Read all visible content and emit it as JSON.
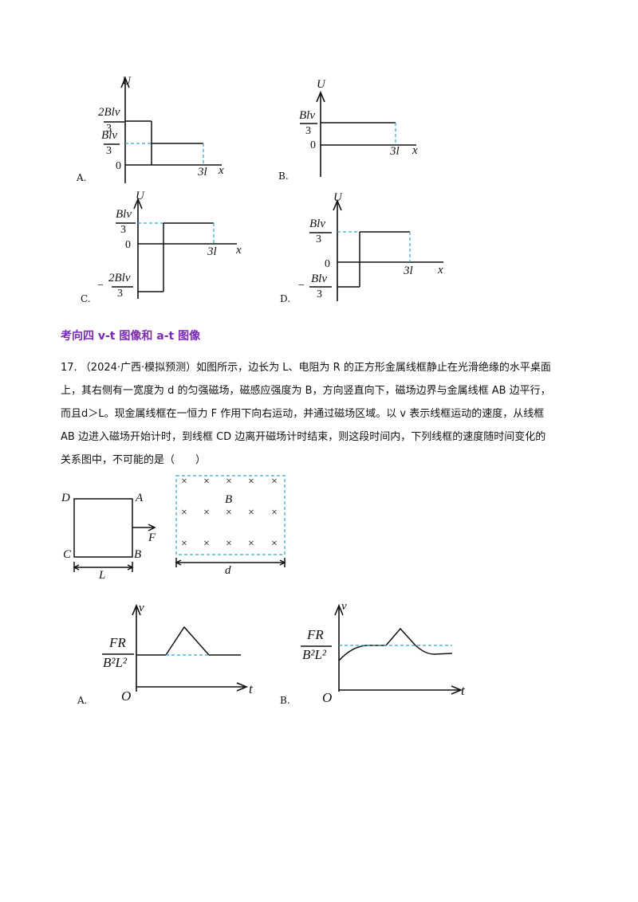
{
  "graphs_top": {
    "A": {
      "label": "A.",
      "y_axis": "U",
      "x_axis": "x",
      "origin": "0",
      "tick_x": "3l",
      "ticks_y": [
        {
          "num": "2Blv",
          "den": "3"
        },
        {
          "num": "Blv",
          "den": "3"
        }
      ]
    },
    "B": {
      "label": "B.",
      "y_axis": "U",
      "x_axis": "x",
      "origin": "0",
      "tick_x": "3l",
      "ticks_y": [
        {
          "num": "Blv",
          "den": "3"
        }
      ]
    },
    "C": {
      "label": "C.",
      "y_axis": "U",
      "x_axis": "x",
      "origin": "0",
      "tick_x": "3l",
      "ticks_y": [
        {
          "num": "Blv",
          "den": "3"
        },
        {
          "sign": "−",
          "num": "2Blv",
          "den": "3"
        }
      ]
    },
    "D": {
      "label": "D.",
      "y_axis": "U",
      "x_axis": "x",
      "origin": "0",
      "tick_x": "3l",
      "ticks_y": [
        {
          "num": "Blv",
          "den": "3"
        },
        {
          "sign": "−",
          "num": "Blv",
          "den": "3"
        }
      ]
    }
  },
  "section": {
    "title": "考向四  v-t 图像和 a-t 图像"
  },
  "question": {
    "lines": [
      "17.  （2024·广西·模拟预测）如图所示，边长为 L、电阻为 R 的正方形金属线框静止在光滑绝缘的水平桌面",
      "上，其右侧有一宽度为 d 的匀强磁场，磁感应强度为 B，方向竖直向下，磁场边界与金属线框 AB 边平行，",
      "而且d＞L。现金属线框在一恒力 F 作用下向右运动，并通过磁场区域。以 v 表示线框运动的速度，从线框",
      "AB 边进入磁场开始计时，到线框 CD 边离开磁场计时结束，则这段时间内，下列线框的速度随时间变化的",
      "关系图中，不可能的是（　　）"
    ]
  },
  "figure": {
    "corner_D": "D",
    "corner_A": "A",
    "corner_C": "C",
    "corner_B": "B",
    "force": "F",
    "side": "L",
    "field": "B",
    "width": "d",
    "cross": "×"
  },
  "graphs_bottom": {
    "A": {
      "label": "A.",
      "y_axis": "v",
      "x_axis": "t",
      "origin": "O",
      "num": "FR",
      "den": "B²L²"
    },
    "B": {
      "label": "B.",
      "y_axis": "v",
      "x_axis": "t",
      "origin": "O",
      "num": "FR",
      "den": "B²L²"
    }
  }
}
